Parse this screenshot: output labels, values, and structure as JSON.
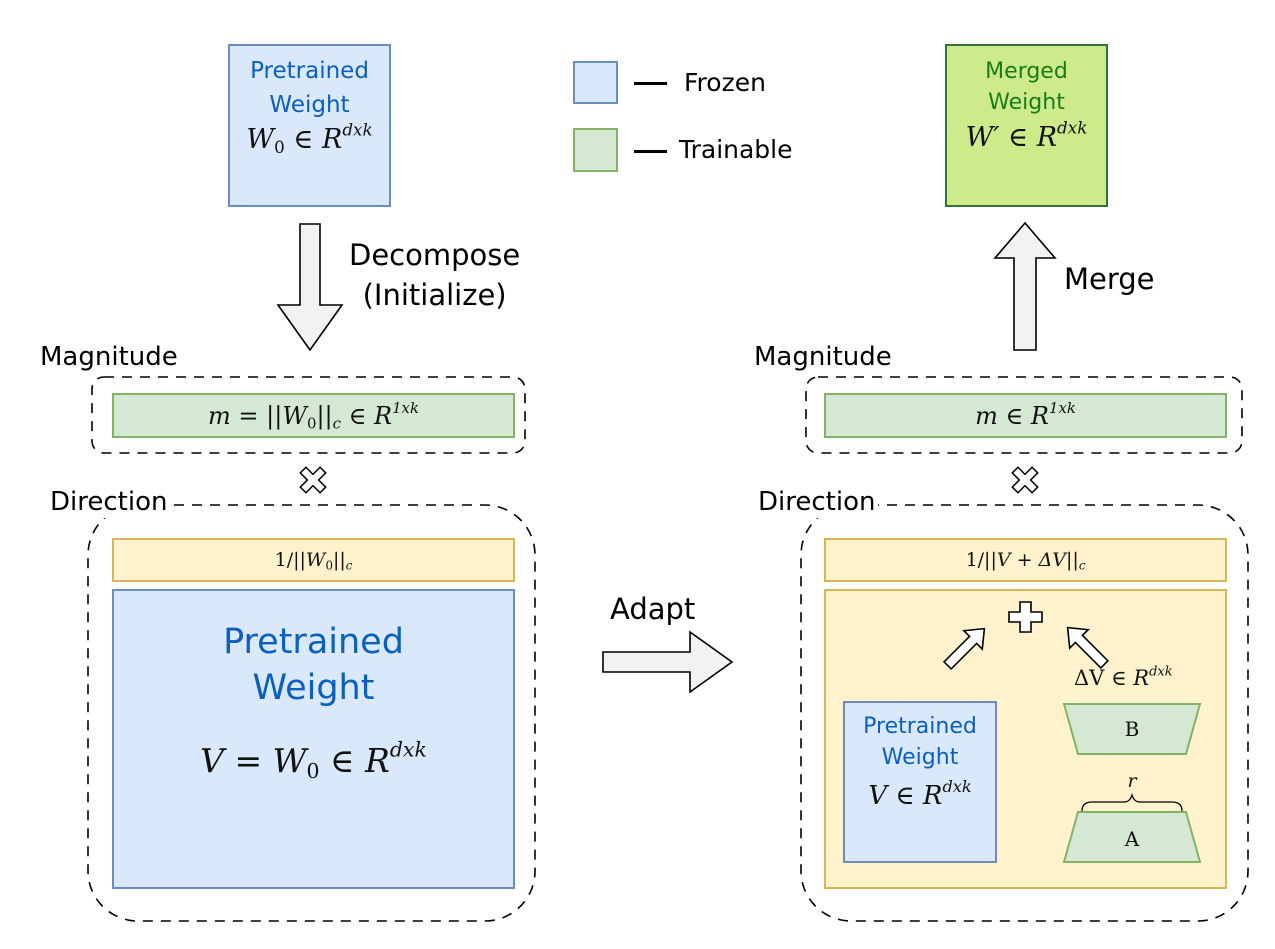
{
  "legend": {
    "items": [
      {
        "label": "Frozen",
        "swatch": "frozen"
      },
      {
        "label": "Trainable",
        "swatch": "trainable"
      }
    ]
  },
  "colors": {
    "frozen_fill": "#dae8fc",
    "frozen_stroke": "#6c8ebf",
    "trainable_fill": "#d5e8d4",
    "trainable_stroke": "#82b366",
    "merged_fill": "#cdeb8b",
    "merged_stroke": "#36733b",
    "norm_fill": "#fff2cc",
    "norm_stroke": "#d6b656",
    "title_blue": "#0a5fc0",
    "title_green": "#1b7b1b"
  },
  "top_left_box": {
    "title_line1": "Pretrained",
    "title_line2": "Weight",
    "formula": {
      "base": "W",
      "sub": "0",
      "rel": " ∈ ",
      "set": "R",
      "sup": "dxk"
    }
  },
  "top_right_box": {
    "title_line1": "Merged",
    "title_line2": "Weight",
    "formula": {
      "base": "W′",
      "rel": " ∈ ",
      "set": "R",
      "sup": "dxk"
    }
  },
  "arrows": {
    "decompose_line1": "Decompose",
    "decompose_line2": "(Initialize)",
    "merge": "Merge",
    "adapt": "Adapt"
  },
  "left": {
    "magnitude_label": "Magnitude",
    "magnitude_formula": {
      "lhs": "m",
      "eq": " = ||",
      "base": "W",
      "sub": "0",
      "close": "||",
      "norm_sub": "c",
      "rel": " ∈ ",
      "set": "R",
      "sup": "1xk"
    },
    "direction_label": "Direction",
    "norm_formula": {
      "pre": "1/||",
      "base": "W",
      "sub": "0",
      "close": "||",
      "norm_sub": "c"
    },
    "weight_title_line1": "Pretrained",
    "weight_title_line2": "Weight",
    "weight_formula": {
      "lhs": "V",
      "eq": " = ",
      "base": "W",
      "sub": "0",
      "rel": " ∈ ",
      "set": "R",
      "sup": "dxk"
    }
  },
  "right": {
    "magnitude_label": "Magnitude",
    "magnitude_formula": {
      "lhs": "m",
      "rel": " ∈ ",
      "set": "R",
      "sup": "1xk"
    },
    "direction_label": "Direction",
    "norm_formula": {
      "pre": "1/||",
      "body": "V + ΔV",
      "close": "||",
      "norm_sub": "c"
    },
    "weight_title_line1": "Pretrained",
    "weight_title_line2": "Weight",
    "weight_formula": {
      "lhs": "V",
      "rel": " ∈ ",
      "set": "R",
      "sup": "dxk"
    },
    "delta_formula": {
      "lhs": "ΔV",
      "rel": " ∈ ",
      "set": "R",
      "sup": "dxk"
    },
    "matrix_b": "B",
    "matrix_a": "A",
    "rank_label": "r"
  },
  "operators": {
    "multiply_symbol": "×",
    "plus_symbol": "+"
  }
}
